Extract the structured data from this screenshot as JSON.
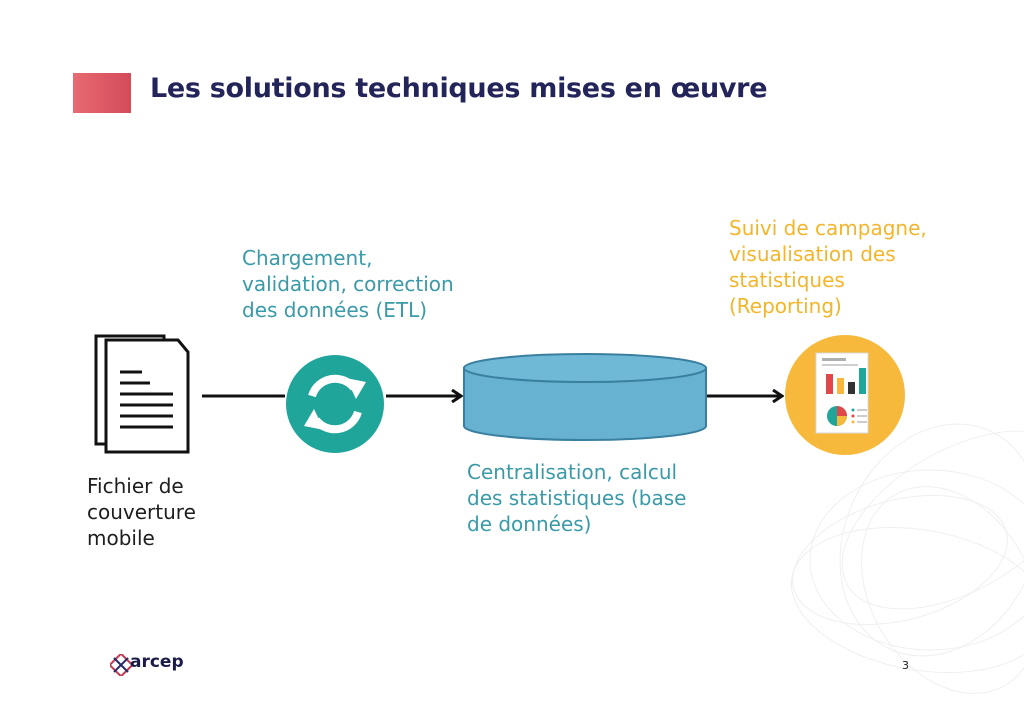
{
  "slide": {
    "title": "Les solutions techniques mises en œuvre",
    "page_number": "3"
  },
  "diagram": {
    "file": {
      "label": "Fichier de\ncouverture\nmobile",
      "icon": "document-icon"
    },
    "etl": {
      "label": "Chargement,\nvalidation, correction\ndes données (ETL)",
      "icon": "sync-icon",
      "color": "#1fa59a"
    },
    "database": {
      "label": "Centralisation, calcul\ndes statistiques (base\nde données)",
      "icon": "database-icon",
      "color": "#67b2d0"
    },
    "reporting": {
      "label": "Suivi de campagne,\nvisualisation des\nstatistiques\n(Reporting)",
      "icon": "report-icon",
      "color": "#f6b93b"
    }
  },
  "footer": {
    "logo_text": "arcep"
  },
  "colors": {
    "title": "#23245a",
    "accent": "#e0555f",
    "teal_text": "#3a9aa8",
    "yellow_text": "#f3b52a"
  }
}
